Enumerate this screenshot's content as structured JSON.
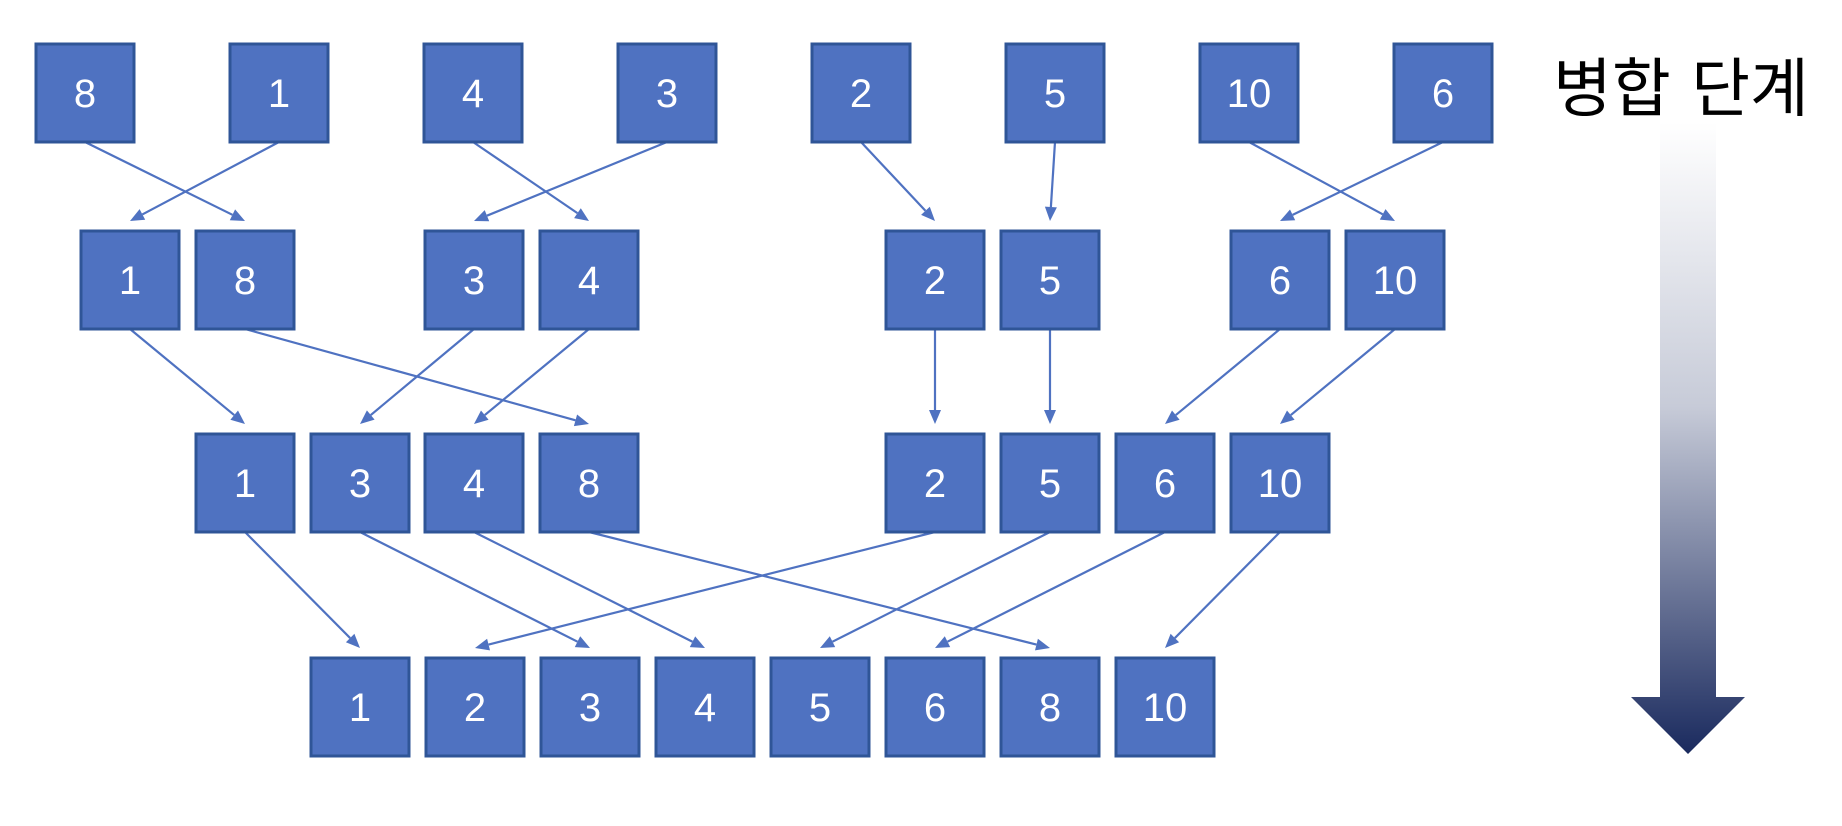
{
  "diagram": {
    "stage_label": "병합 단계",
    "rows": [
      [
        "8",
        "1",
        "4",
        "3",
        "2",
        "5",
        "10",
        "6"
      ],
      [
        "1",
        "8",
        "3",
        "4",
        "2",
        "5",
        "6",
        "10"
      ],
      [
        "1",
        "3",
        "4",
        "8",
        "2",
        "5",
        "6",
        "10"
      ],
      [
        "1",
        "2",
        "3",
        "4",
        "5",
        "6",
        "8",
        "10"
      ]
    ],
    "connections": [
      [
        [
          0,
          0
        ],
        [
          1,
          1
        ]
      ],
      [
        [
          0,
          1
        ],
        [
          1,
          0
        ]
      ],
      [
        [
          0,
          2
        ],
        [
          1,
          3
        ]
      ],
      [
        [
          0,
          3
        ],
        [
          1,
          2
        ]
      ],
      [
        [
          0,
          4
        ],
        [
          1,
          4
        ]
      ],
      [
        [
          0,
          5
        ],
        [
          1,
          5
        ]
      ],
      [
        [
          0,
          6
        ],
        [
          1,
          7
        ]
      ],
      [
        [
          0,
          7
        ],
        [
          1,
          6
        ]
      ],
      [
        [
          1,
          0
        ],
        [
          2,
          0
        ]
      ],
      [
        [
          1,
          1
        ],
        [
          2,
          3
        ]
      ],
      [
        [
          1,
          2
        ],
        [
          2,
          1
        ]
      ],
      [
        [
          1,
          3
        ],
        [
          2,
          2
        ]
      ],
      [
        [
          1,
          4
        ],
        [
          2,
          4
        ]
      ],
      [
        [
          1,
          5
        ],
        [
          2,
          5
        ]
      ],
      [
        [
          1,
          6
        ],
        [
          2,
          6
        ]
      ],
      [
        [
          1,
          7
        ],
        [
          2,
          7
        ]
      ],
      [
        [
          2,
          0
        ],
        [
          3,
          0
        ]
      ],
      [
        [
          2,
          1
        ],
        [
          3,
          2
        ]
      ],
      [
        [
          2,
          2
        ],
        [
          3,
          3
        ]
      ],
      [
        [
          2,
          3
        ],
        [
          3,
          6
        ]
      ],
      [
        [
          2,
          4
        ],
        [
          3,
          1
        ]
      ],
      [
        [
          2,
          5
        ],
        [
          3,
          4
        ]
      ],
      [
        [
          2,
          6
        ],
        [
          3,
          5
        ]
      ],
      [
        [
          2,
          7
        ],
        [
          3,
          7
        ]
      ]
    ],
    "colors": {
      "box_fill": "#4f72c1",
      "box_border": "#2f5597",
      "arrow": "#4f72c1",
      "stage_arrow_top": "#ffffff",
      "stage_arrow_bottom": "#1a2a5e"
    }
  }
}
